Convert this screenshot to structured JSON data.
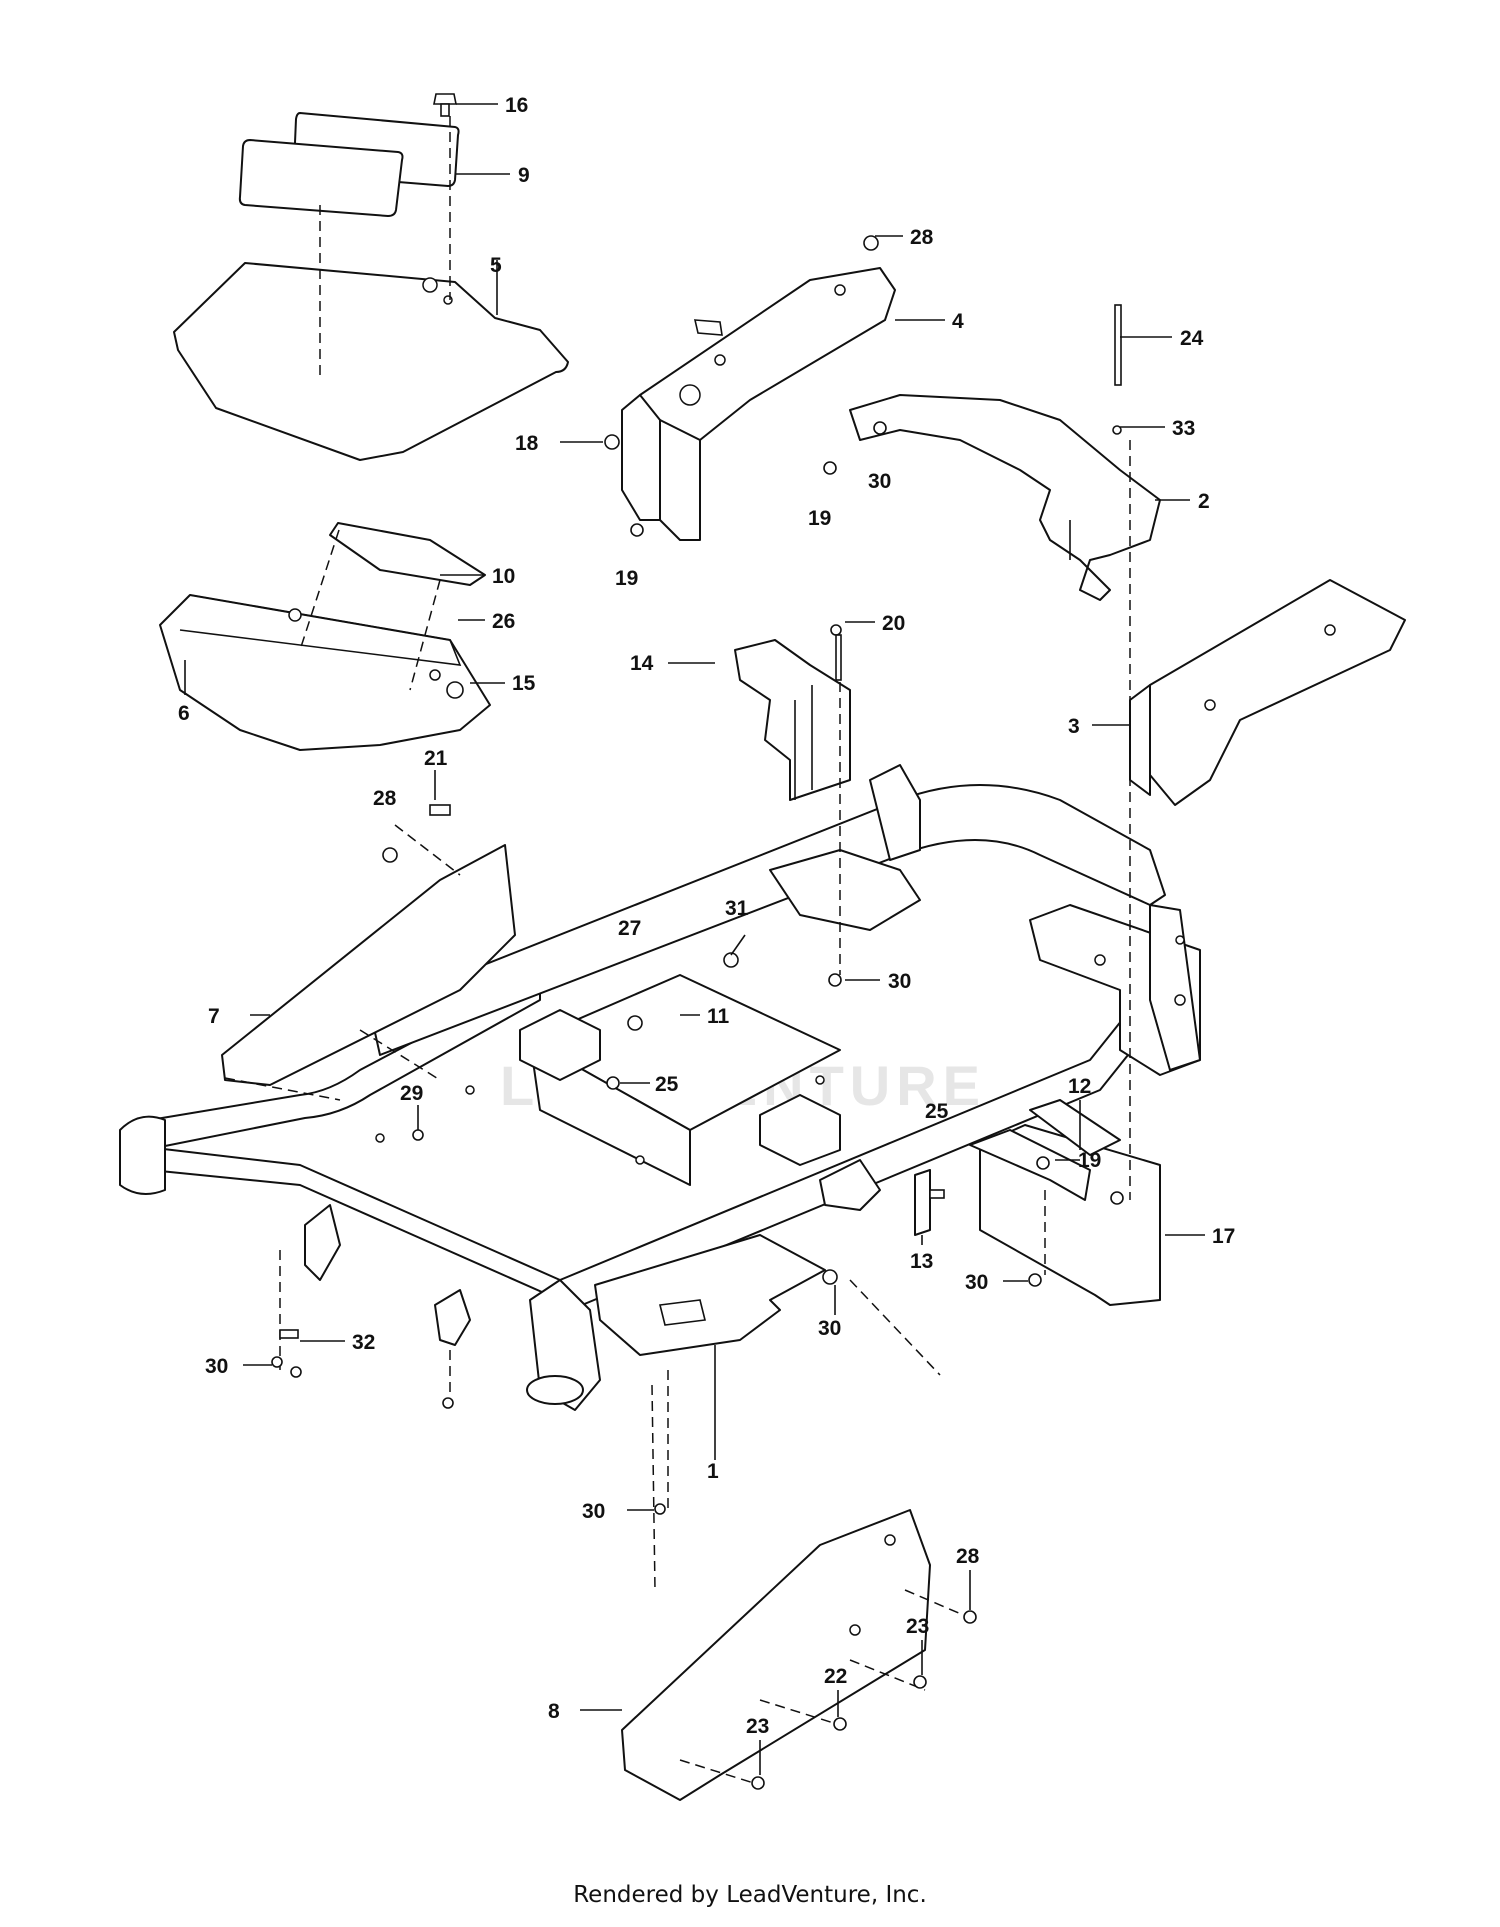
{
  "watermark": "LEADVENTURE",
  "footer": {
    "credit": "Rendered by LeadVenture, Inc."
  },
  "callouts": [
    {
      "id": "c16",
      "label": "16"
    },
    {
      "id": "c9",
      "label": "9"
    },
    {
      "id": "c5",
      "label": "5"
    },
    {
      "id": "c28a",
      "label": "28"
    },
    {
      "id": "c4",
      "label": "4"
    },
    {
      "id": "c24",
      "label": "24"
    },
    {
      "id": "c33",
      "label": "33"
    },
    {
      "id": "c18",
      "label": "18"
    },
    {
      "id": "c30a",
      "label": "30"
    },
    {
      "id": "c2",
      "label": "2"
    },
    {
      "id": "c19a",
      "label": "19"
    },
    {
      "id": "c19b",
      "label": "19"
    },
    {
      "id": "c10",
      "label": "10"
    },
    {
      "id": "c26",
      "label": "26"
    },
    {
      "id": "c20",
      "label": "20"
    },
    {
      "id": "c14",
      "label": "14"
    },
    {
      "id": "c15",
      "label": "15"
    },
    {
      "id": "c6",
      "label": "6"
    },
    {
      "id": "c3",
      "label": "3"
    },
    {
      "id": "c21",
      "label": "21"
    },
    {
      "id": "c28b",
      "label": "28"
    },
    {
      "id": "c31",
      "label": "31"
    },
    {
      "id": "c30b",
      "label": "30"
    },
    {
      "id": "c27",
      "label": "27"
    },
    {
      "id": "c11",
      "label": "11"
    },
    {
      "id": "c7",
      "label": "7"
    },
    {
      "id": "c25a",
      "label": "25"
    },
    {
      "id": "c29",
      "label": "29"
    },
    {
      "id": "c12",
      "label": "12"
    },
    {
      "id": "c25b",
      "label": "25"
    },
    {
      "id": "c19c",
      "label": "19"
    },
    {
      "id": "c17",
      "label": "17"
    },
    {
      "id": "c13",
      "label": "13"
    },
    {
      "id": "c30c",
      "label": "30"
    },
    {
      "id": "c30d",
      "label": "30"
    },
    {
      "id": "c32",
      "label": "32"
    },
    {
      "id": "c30e",
      "label": "30"
    },
    {
      "id": "c1",
      "label": "1"
    },
    {
      "id": "c30f",
      "label": "30"
    },
    {
      "id": "c28c",
      "label": "28"
    },
    {
      "id": "c23a",
      "label": "23"
    },
    {
      "id": "c22",
      "label": "22"
    },
    {
      "id": "c8",
      "label": "8"
    },
    {
      "id": "c23b",
      "label": "23"
    }
  ]
}
